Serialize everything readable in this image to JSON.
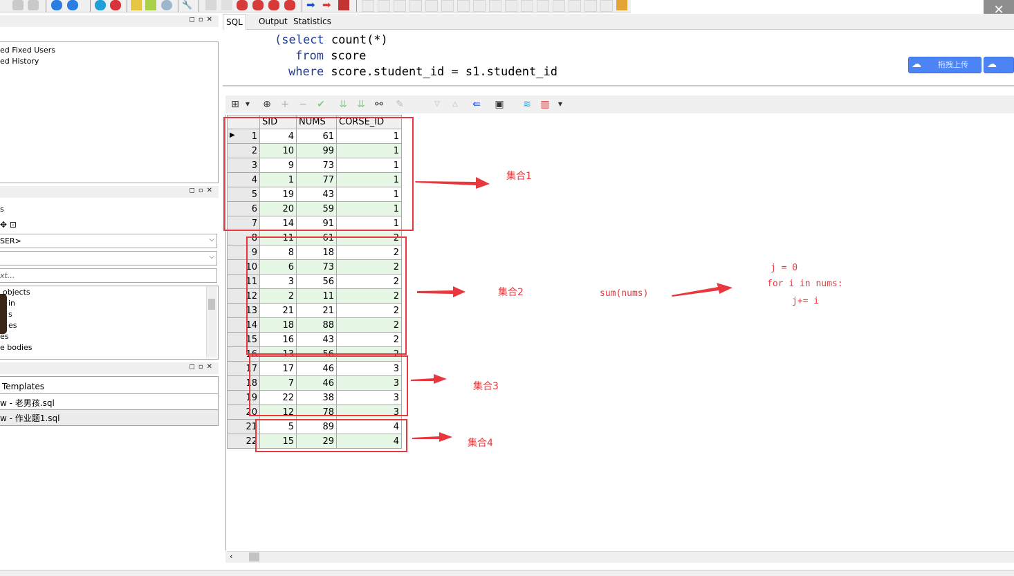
{
  "left_panel": {
    "history_items": [
      "ed Fixed Users",
      "ed History"
    ],
    "browser_label": "s",
    "user_combo": "SER>",
    "filter_placeholder": "xt...",
    "objects": [
      "objects",
      "in",
      "s",
      "es",
      "es",
      "e bodies"
    ],
    "templates_label": "Templates",
    "files": [
      "w - 老男孩.sql",
      "w - 作业题1.sql"
    ]
  },
  "tabs": [
    "SQL",
    "Output",
    "Statistics"
  ],
  "sql_lines": [
    {
      "kw": "(select",
      "rest": " count(*)"
    },
    {
      "kw": "from",
      "rest": " score"
    },
    {
      "kw": "where",
      "rest": " score.student_id = s1.student_id"
    }
  ],
  "upload_button": "拖拽上传",
  "close_icon": "✕",
  "grid": {
    "columns": [
      "SID",
      "NUMS",
      "CORSE_ID"
    ],
    "rows": [
      [
        1,
        4,
        61,
        1
      ],
      [
        2,
        10,
        99,
        1
      ],
      [
        3,
        9,
        73,
        1
      ],
      [
        4,
        1,
        77,
        1
      ],
      [
        5,
        19,
        43,
        1
      ],
      [
        6,
        20,
        59,
        1
      ],
      [
        7,
        14,
        91,
        1
      ],
      [
        8,
        11,
        61,
        2
      ],
      [
        9,
        8,
        18,
        2
      ],
      [
        10,
        6,
        73,
        2
      ],
      [
        11,
        3,
        56,
        2
      ],
      [
        12,
        2,
        11,
        2
      ],
      [
        13,
        21,
        21,
        2
      ],
      [
        14,
        18,
        88,
        2
      ],
      [
        15,
        16,
        43,
        2
      ],
      [
        16,
        13,
        56,
        2
      ],
      [
        17,
        17,
        46,
        3
      ],
      [
        18,
        7,
        46,
        3
      ],
      [
        19,
        22,
        38,
        3
      ],
      [
        20,
        12,
        78,
        3
      ],
      [
        21,
        5,
        89,
        4
      ],
      [
        22,
        15,
        29,
        4
      ]
    ]
  },
  "annotations": {
    "set1": "集合1",
    "set2": "集合2",
    "set3": "集合3",
    "set4": "集合4",
    "sum_label": "sum(nums)",
    "code_line1": "j = 0",
    "code_line2": "for i in nums:",
    "code_line3": "j+= i"
  },
  "colors": {
    "annotation": "#e8383d",
    "alt_row": "#e6f7e6",
    "sql_keyword": "#1f3d99",
    "upload_button": "#4d84f5"
  }
}
